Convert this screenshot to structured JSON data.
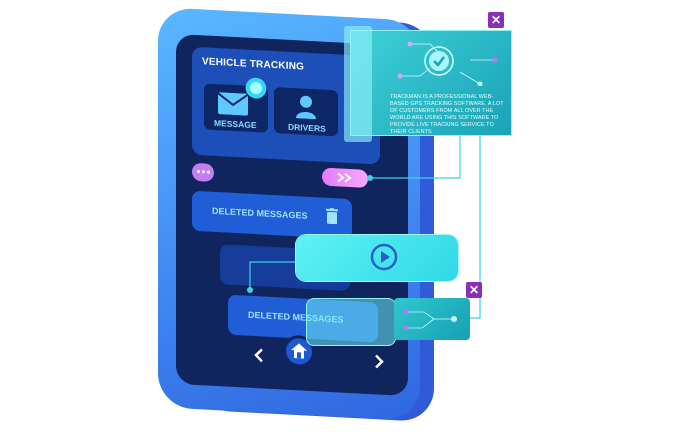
{
  "header": {
    "title": "VEHICLE TRACKING"
  },
  "tiles": [
    {
      "label": "MESSAGE",
      "icon": "envelope-icon"
    },
    {
      "label": "DRIVERS",
      "icon": "user-icon"
    }
  ],
  "cards": [
    {
      "label": "DELETED MESSAGES",
      "icon": "trash-icon"
    },
    {
      "label": "DELETED MESSAGES",
      "icon": "trash-icon"
    }
  ],
  "info_panel": {
    "text": "TRACKMAN IS A PROFESSIONAL WEB-BASED GPS TRACKING SOFTWARE. A LOT OF CUSTOMERS FROM ALL OVER THE WORLD ARE USING THIS SOFTWARE TO PROVIDE LIVE TRACKING SERVICE TO THEIR CLIENTS",
    "close": "✕"
  },
  "side_panel": {
    "close": "✕"
  },
  "colors": {
    "phone": "#3f86f0",
    "screen": "#10255e",
    "panel": "#1c4fb8",
    "teal": "#2fd8e6",
    "purple": "#8a2fb8",
    "pink": "#e47af8"
  }
}
